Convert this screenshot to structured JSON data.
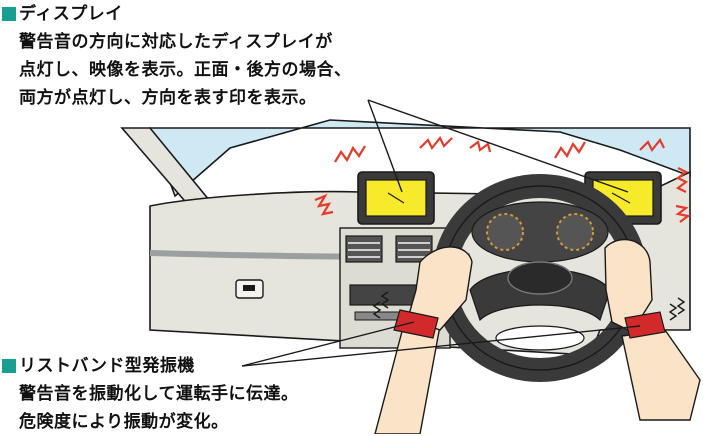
{
  "colors": {
    "accent": "#17a08f",
    "screen": "#f6ea2a",
    "wristband": "#d22a2a",
    "alert": "#e63a2a",
    "glass": "#cfe9f4",
    "dash": "#e6e5dd",
    "outline": "#1a1a1a"
  },
  "display_callout": {
    "heading": "ディスプレイ",
    "lines": [
      "警告音の方向に対応したディスプレイが",
      "点灯し、映像を表示。正面・後方の場合、",
      "両方が点灯し、方向を表す印を表示。"
    ]
  },
  "wristband_callout": {
    "heading": "リストバンド型発振機",
    "lines": [
      "警告音を振動化して運転手に伝達。",
      "危険度により振動が変化。"
    ]
  },
  "icons": {
    "marker": "square-marker-icon",
    "alert": "zigzag-alert-icon",
    "vibration": "vibration-wave-icon"
  }
}
